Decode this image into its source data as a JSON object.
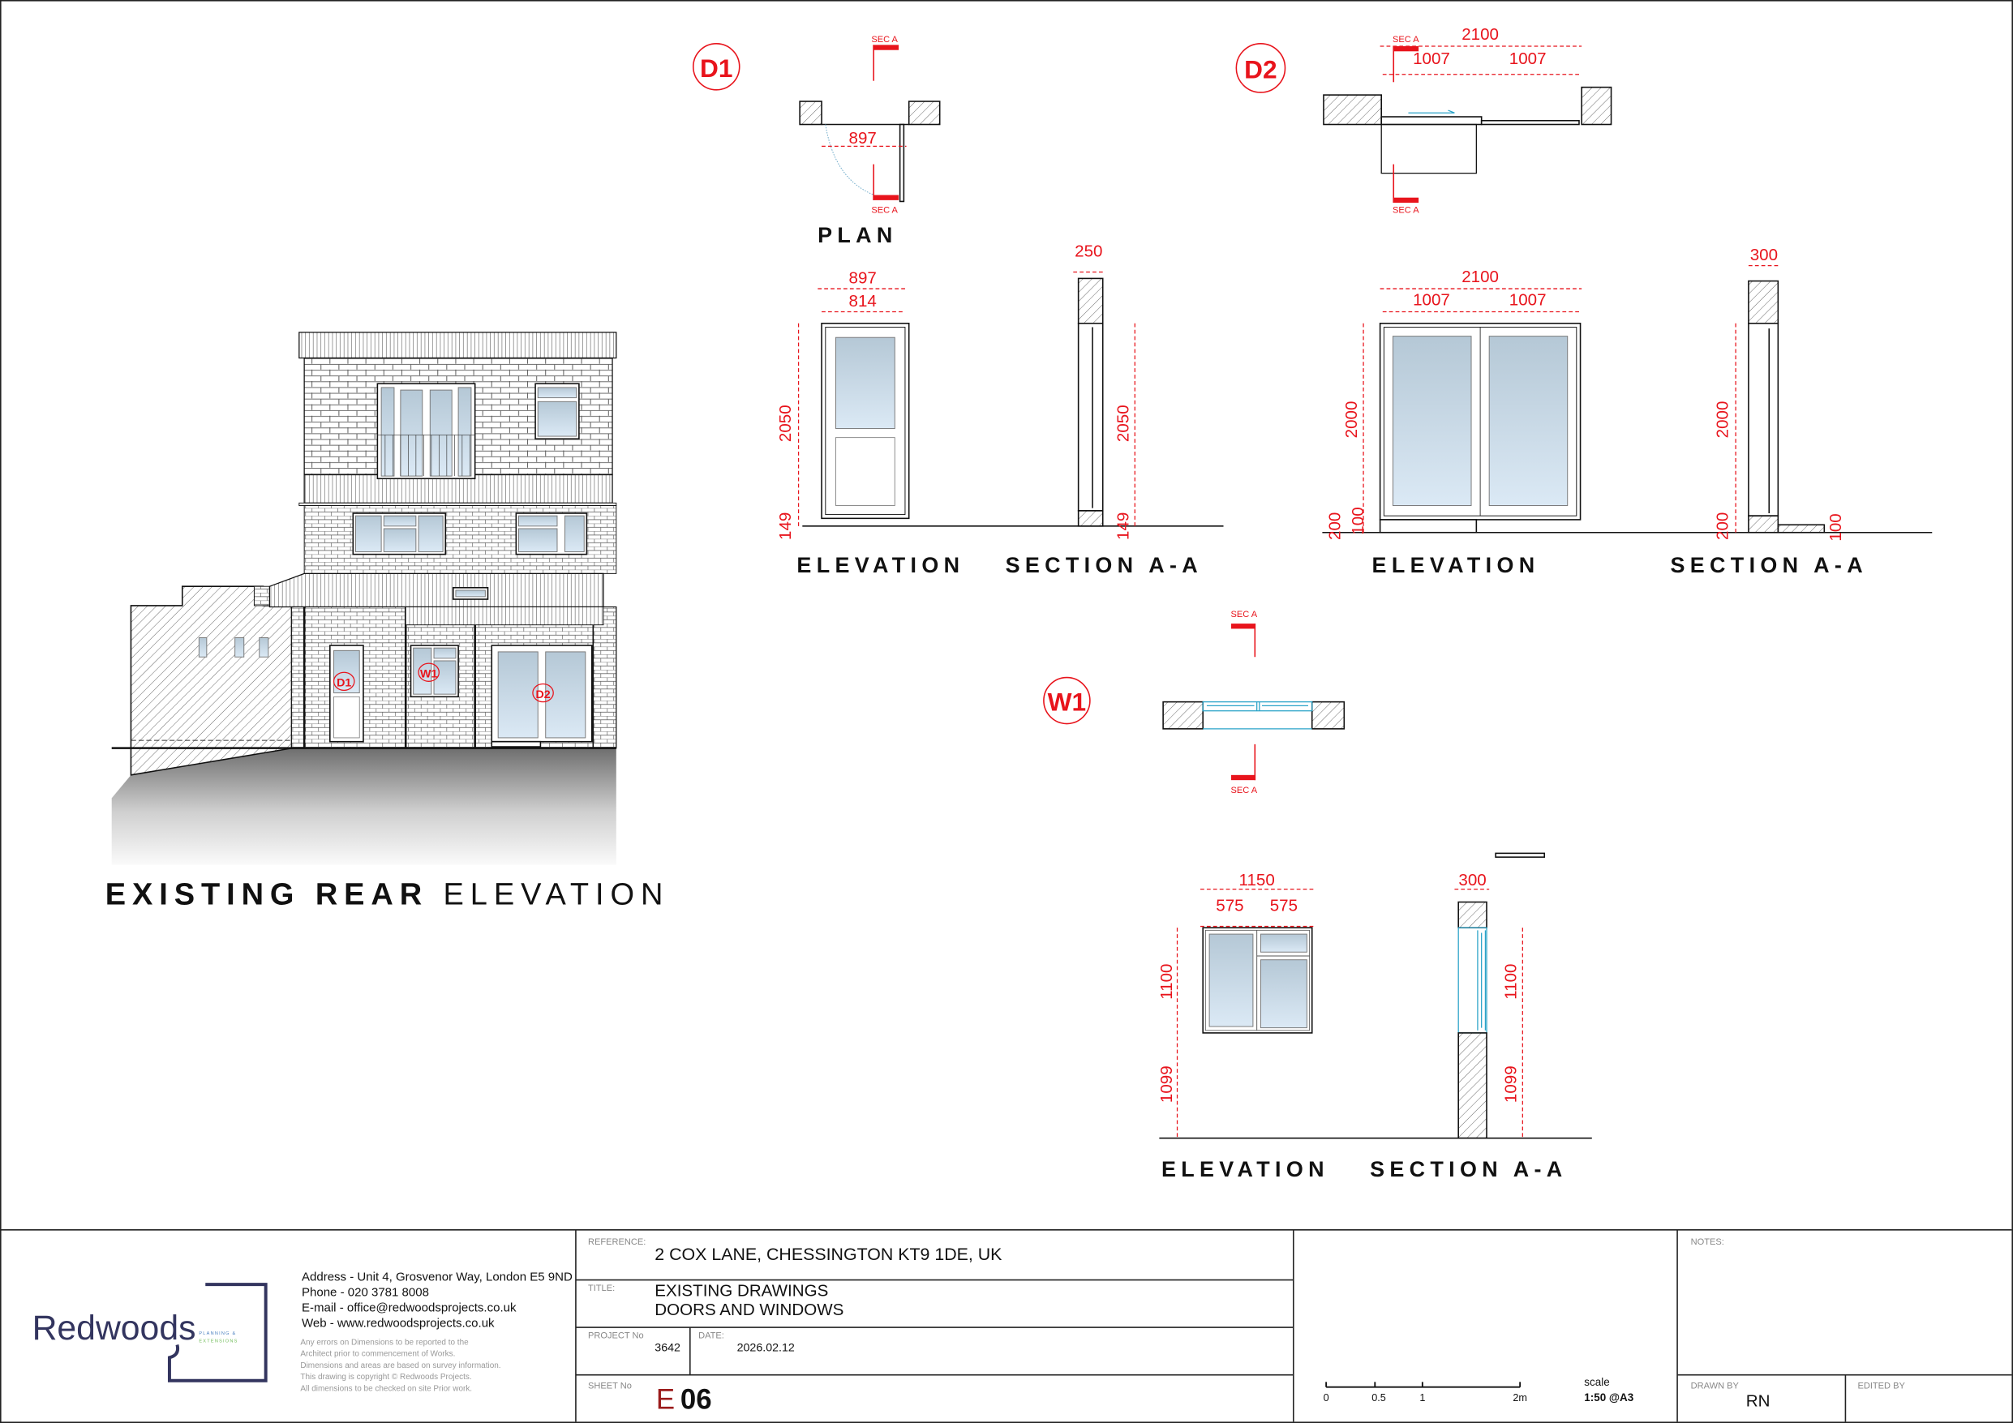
{
  "colors": {
    "annotation_red": "#e8141c",
    "brand_navy": "#33355f",
    "glass": "#c9dcea",
    "window_blue": "#2aa3c8"
  },
  "existing_elevation": {
    "title_bold": "EXISTING REAR",
    "title_light": "ELEVATION",
    "tags": {
      "d1": "D1",
      "w1": "W1",
      "d2": "D2"
    }
  },
  "d1": {
    "tag": "D1",
    "plan_label": "PLAN",
    "sec_a": "SEC A",
    "plan_width": "897",
    "elev_outer_width": "897",
    "elev_inner_width": "814",
    "elev_height": "2050",
    "elev_base": "149",
    "section_depth": "250",
    "section_height": "2050",
    "section_base": "149",
    "elevation_label": "ELEVATION",
    "section_label": "SECTION A-A"
  },
  "d2": {
    "tag": "D2",
    "sec_a": "SEC A",
    "plan_width": "2100",
    "plan_leaf_left": "1007",
    "plan_leaf_right": "1007",
    "elev_width": "2100",
    "elev_leaf_left": "1007",
    "elev_leaf_right": "1007",
    "elev_height": "2000",
    "elev_base_200": "200",
    "elev_base_100": "100",
    "section_depth": "300",
    "section_height": "2000",
    "section_base": "200",
    "section_step": "100",
    "elevation_label": "ELEVATION",
    "section_label": "SECTION A-A"
  },
  "w1": {
    "tag": "W1",
    "sec_a": "SEC A",
    "elev_width": "1150",
    "elev_left": "575",
    "elev_right": "575",
    "elev_height": "1100",
    "elev_sill": "1099",
    "section_depth": "300",
    "section_height": "1100",
    "section_sill": "1099",
    "elevation_label": "ELEVATION",
    "section_label": "SECTION A-A"
  },
  "title_block": {
    "logo": {
      "name": "Redwoods",
      "tagline_1": "PLANNING &",
      "tagline_2": "EXTENSIONS"
    },
    "address": "Address - Unit 4, Grosvenor Way, London E5 9ND",
    "phone": "Phone - 020 3781 8008",
    "email": "E-mail - office@redwoodsprojects.co.uk",
    "web": "Web - www.redwoodsprojects.co.uk",
    "disclaimer": [
      "Any errors on Dimensions to be reported to the",
      "Architect prior to commencement of Works.",
      "Dimensions and areas are based on survey information.",
      "This drawing is copyright © Redwoods Projects.",
      "All dimensions to be checked on site Prior work."
    ],
    "reference_label": "REFERENCE:",
    "reference": "2 COX LANE, CHESSINGTON KT9 1DE, UK",
    "title_label": "TITLE:",
    "title_line_1": "EXISTING DRAWINGS",
    "title_line_2": "DOORS AND WINDOWS",
    "project_no_label": "PROJECT No",
    "project_no": "3642",
    "date_label": "DATE:",
    "date": "2026.02.12",
    "sheet_no_label": "SHEET No",
    "sheet_prefix": "E",
    "sheet_number": "06",
    "scale_bar": {
      "ticks": [
        "0",
        "0.5",
        "1",
        "2m"
      ]
    },
    "scale_label": "scale",
    "scale_value": "1:50 @A3",
    "notes_label": "NOTES:",
    "drawn_by_label": "DRAWN BY",
    "drawn_by": "RN",
    "edited_by_label": "EDITED BY"
  }
}
